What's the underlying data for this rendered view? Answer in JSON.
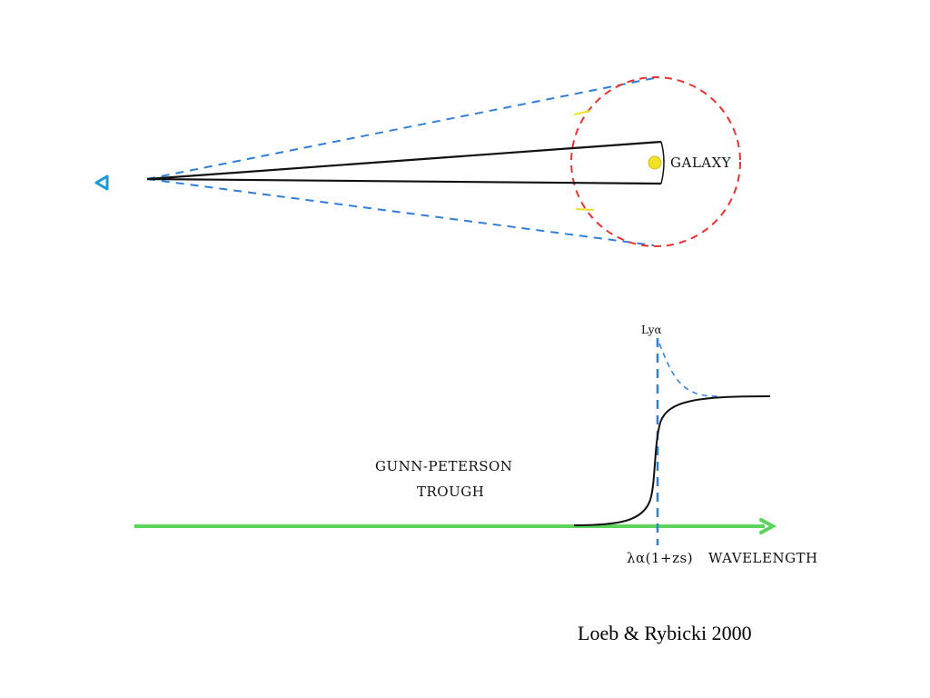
{
  "colors": {
    "cone": "#2f7fd8",
    "halo": "#e8332f",
    "galaxy": "#f2e12a",
    "axis": "#5cd45c",
    "curve": "#111111",
    "observer": "#1a9bd8",
    "line_marker": "#2f7fd8"
  },
  "diagram": {
    "galaxy_label": "GALAXY",
    "line_label": "Lyα",
    "trough_label_line1": "GUNN-PETERSON",
    "trough_label_line2": "TROUGH",
    "axis_marker_label": "λα(1+zs)",
    "axis_label": "WAVELENGTH"
  },
  "credit": "Loeb & Rybicki 2000"
}
